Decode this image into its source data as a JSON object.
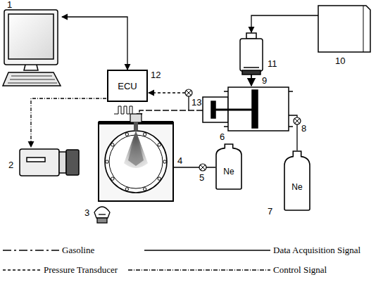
{
  "diagram": {
    "nodes": [
      {
        "text": [
          "ECU"
        ]
      },
      {
        "text": [
          "Ne"
        ]
      },
      {
        "text": [
          "Ne"
        ]
      }
    ],
    "labels": [
      "1",
      "2",
      "3",
      "4",
      "5",
      "6",
      "7",
      "8",
      "9",
      "10",
      "11",
      "12",
      "13"
    ],
    "legend": [
      {
        "text": "Gasoline"
      },
      {
        "text": "Data Acquisition Signal"
      },
      {
        "text": "Pressure Transducer"
      },
      {
        "text": "Control Signal"
      }
    ]
  }
}
